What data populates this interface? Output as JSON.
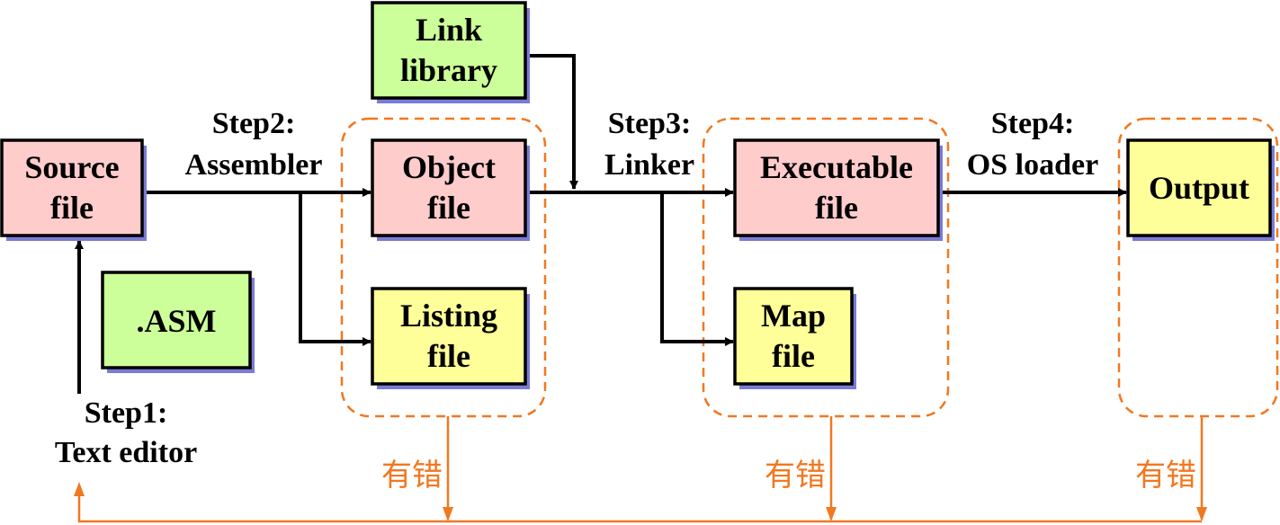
{
  "colors": {
    "pink": "#ffcccc",
    "yellow": "#ffff99",
    "green": "#ccff99",
    "shadow": "#7b7bd6",
    "orange": "#f07820",
    "black": "#000000"
  },
  "nodes": {
    "source_file": [
      "Source",
      "file"
    ],
    "asm": [
      ".ASM"
    ],
    "link_library": [
      "Link",
      "library"
    ],
    "object_file": [
      "Object",
      "file"
    ],
    "listing_file": [
      "Listing",
      "file"
    ],
    "executable_file": [
      "Executable",
      "file"
    ],
    "map_file": [
      "Map",
      "file"
    ],
    "output": [
      "Output"
    ]
  },
  "steps": {
    "step1": [
      "Step1:",
      "Text editor"
    ],
    "step2": [
      "Step2:",
      "Assembler"
    ],
    "step3": [
      "Step3:",
      "Linker"
    ],
    "step4": [
      "Step4:",
      "OS loader"
    ]
  },
  "error_label": "有错"
}
